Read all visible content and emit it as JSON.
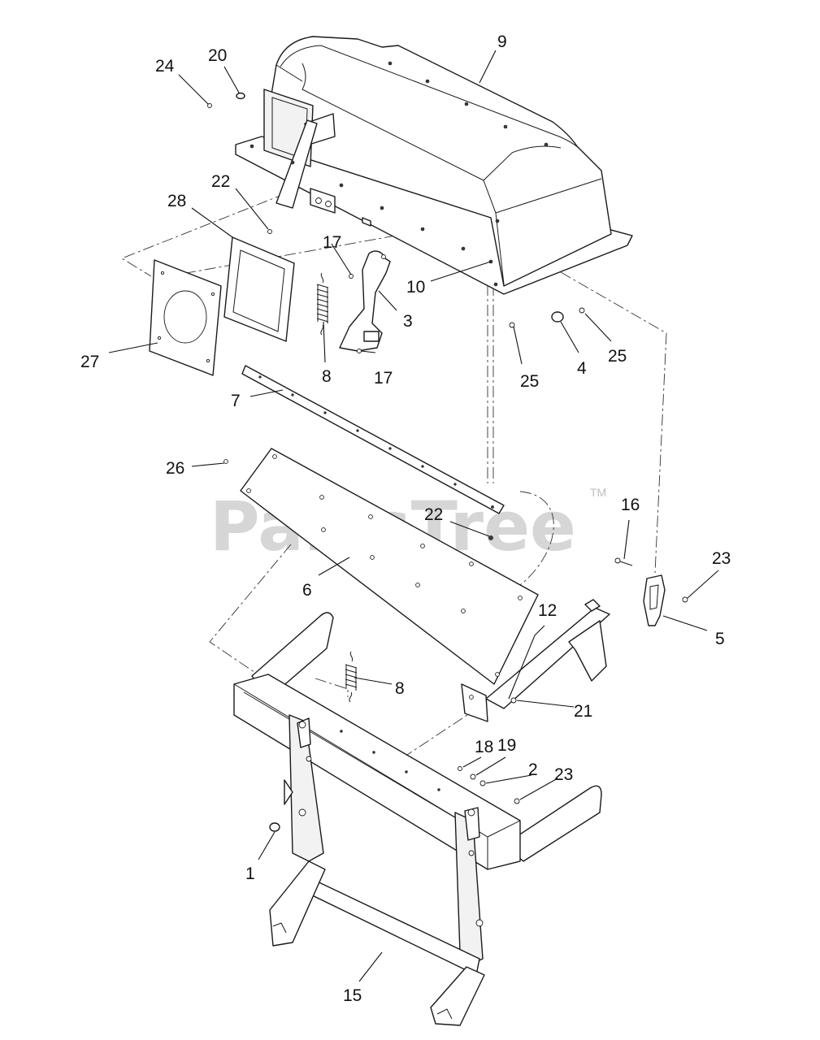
{
  "watermark": {
    "text": "PartsTree",
    "trademark": "TM"
  },
  "callouts": {
    "p1": "1",
    "p2": "2",
    "p3": "3",
    "p4": "4",
    "p5": "5",
    "p6": "6",
    "p7": "7",
    "p8_upper": "8",
    "p8_lower": "8",
    "p9": "9",
    "p10": "10",
    "p12": "12",
    "p15": "15",
    "p16": "16",
    "p17_upper": "17",
    "p17_lower": "17",
    "p18": "18",
    "p19": "19",
    "p20": "20",
    "p21": "21",
    "p22_upper": "22",
    "p22_lower": "22",
    "p23_right": "23",
    "p23_lower": "23",
    "p24": "24",
    "p25_left": "25",
    "p25_right": "25",
    "p26": "26",
    "p27": "27",
    "p28": "28"
  }
}
